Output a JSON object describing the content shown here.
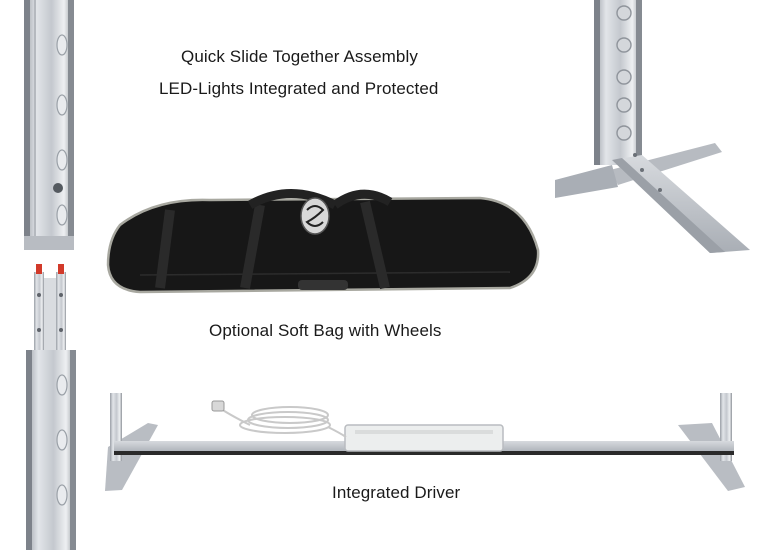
{
  "captions": {
    "assembly": "Quick Slide Together Assembly",
    "lights": "LED-Lights Integrated and Protected",
    "bag": "Optional Soft Bag with Wheels",
    "driver": "Integrated Driver"
  },
  "colors": {
    "background": "#ffffff",
    "aluminum": "#c9ccd1",
    "aluminum_dark": "#8f949b",
    "bag_fabric": "#151515",
    "bag_trim": "#a8a8a0",
    "text": "#1a1a1a"
  },
  "icons": {
    "bag_logo": "brand-logo-patch"
  }
}
